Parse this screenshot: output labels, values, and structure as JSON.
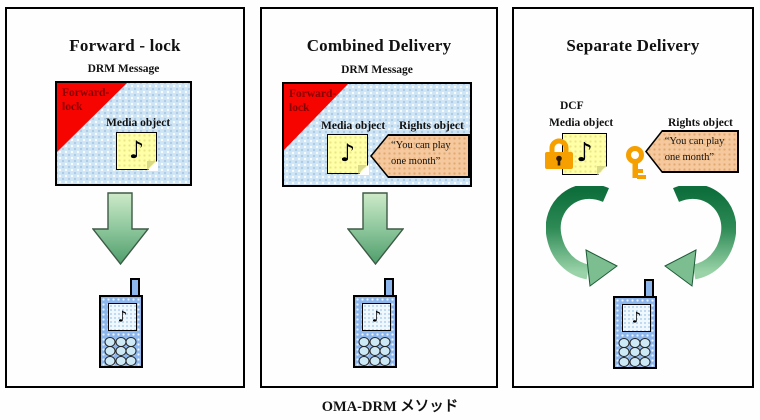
{
  "caption": "OMA-DRM メソッド",
  "icons": {
    "music_note": "♪"
  },
  "panels": [
    {
      "title": "Forward - lock",
      "drm_message_label": "DRM Message",
      "forward_lock_line1": "Forward-",
      "forward_lock_line2": "lock",
      "media_object_label": "Media object"
    },
    {
      "title": "Combined Delivery",
      "drm_message_label": "DRM Message",
      "forward_lock_line1": "Forward-",
      "forward_lock_line2": "lock",
      "media_object_label": "Media object",
      "rights_object_label": "Rights object",
      "rights_line1": "“You can play",
      "rights_line2": "one month”"
    },
    {
      "title": "Separate Delivery",
      "dcf_label": "DCF",
      "media_object_label": "Media object",
      "rights_object_label": "Rights object",
      "rights_line1": "“You can play",
      "rights_line2": "one month”"
    }
  ],
  "colors": {
    "drm_box_fill": "#cfe5f5",
    "forward_lock_triangle": "#f60400",
    "forward_lock_text": "#850000",
    "media_note_fill": "#ffffa8",
    "rights_tag_fill": "#f5c99d",
    "arrow_green_light": "#cdeac8",
    "arrow_green_dark": "#4f9e6b",
    "curve_green_dark": "#0e6f3c",
    "phone_body_blue": "#8cb6ec",
    "lock_key_orange": "#f5a000"
  }
}
